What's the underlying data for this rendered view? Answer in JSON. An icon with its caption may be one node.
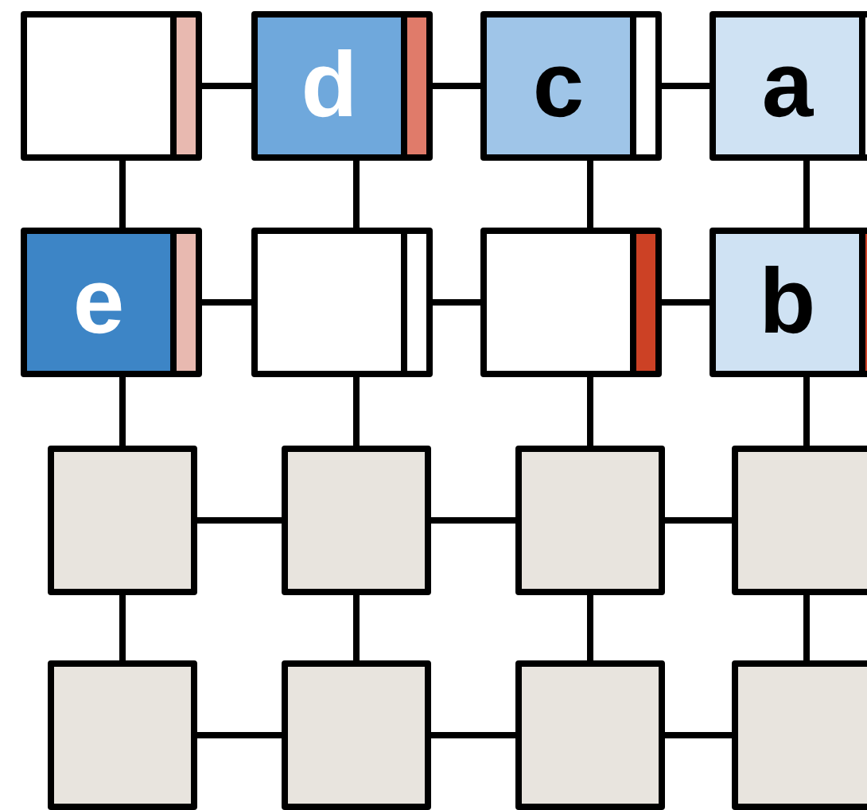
{
  "diagram": {
    "nodes": [
      {
        "text": [],
        "shape": "box"
      },
      {
        "text": [
          "d"
        ]
      },
      {
        "text": [
          "c"
        ]
      },
      {
        "text": [
          "a"
        ]
      },
      {
        "text": [
          "e"
        ]
      },
      {
        "text": [],
        "shape": "box"
      },
      {
        "text": [],
        "shape": "box"
      },
      {
        "text": [
          "b"
        ]
      },
      {
        "text": [],
        "shape": "box"
      },
      {
        "text": [],
        "shape": "box"
      },
      {
        "text": [],
        "shape": "box"
      },
      {
        "text": [],
        "shape": "box"
      },
      {
        "text": [],
        "shape": "box"
      },
      {
        "text": [],
        "shape": "box"
      },
      {
        "text": [],
        "shape": "box"
      },
      {
        "text": [],
        "shape": "box"
      }
    ],
    "edges": [
      {
        "from": 0,
        "to": 1,
        "arrow": "none"
      },
      {
        "from": 1,
        "to": 2,
        "arrow": "none"
      },
      {
        "from": 2,
        "to": 3,
        "arrow": "none"
      },
      {
        "from": 4,
        "to": 5,
        "arrow": "none"
      },
      {
        "from": 5,
        "to": 6,
        "arrow": "none"
      },
      {
        "from": 6,
        "to": 7,
        "arrow": "none"
      },
      {
        "from": 8,
        "to": 9,
        "arrow": "none"
      },
      {
        "from": 9,
        "to": 10,
        "arrow": "none"
      },
      {
        "from": 10,
        "to": 11,
        "arrow": "none"
      },
      {
        "from": 12,
        "to": 13,
        "arrow": "none"
      },
      {
        "from": 13,
        "to": 14,
        "arrow": "none"
      },
      {
        "from": 14,
        "to": 15,
        "arrow": "none"
      },
      {
        "from": 0,
        "to": 4,
        "arrow": "none"
      },
      {
        "from": 1,
        "to": 5,
        "arrow": "none"
      },
      {
        "from": 2,
        "to": 6,
        "arrow": "none"
      },
      {
        "from": 3,
        "to": 7,
        "arrow": "none"
      },
      {
        "from": 4,
        "to": 8,
        "arrow": "none"
      },
      {
        "from": 5,
        "to": 9,
        "arrow": "none"
      },
      {
        "from": 6,
        "to": 10,
        "arrow": "none"
      },
      {
        "from": 7,
        "to": 11,
        "arrow": "none"
      },
      {
        "from": 8,
        "to": 12,
        "arrow": "none"
      },
      {
        "from": 9,
        "to": 13,
        "arrow": "none"
      },
      {
        "from": 10,
        "to": 14,
        "arrow": "none"
      },
      {
        "from": 11,
        "to": 15,
        "arrow": "none"
      }
    ]
  }
}
